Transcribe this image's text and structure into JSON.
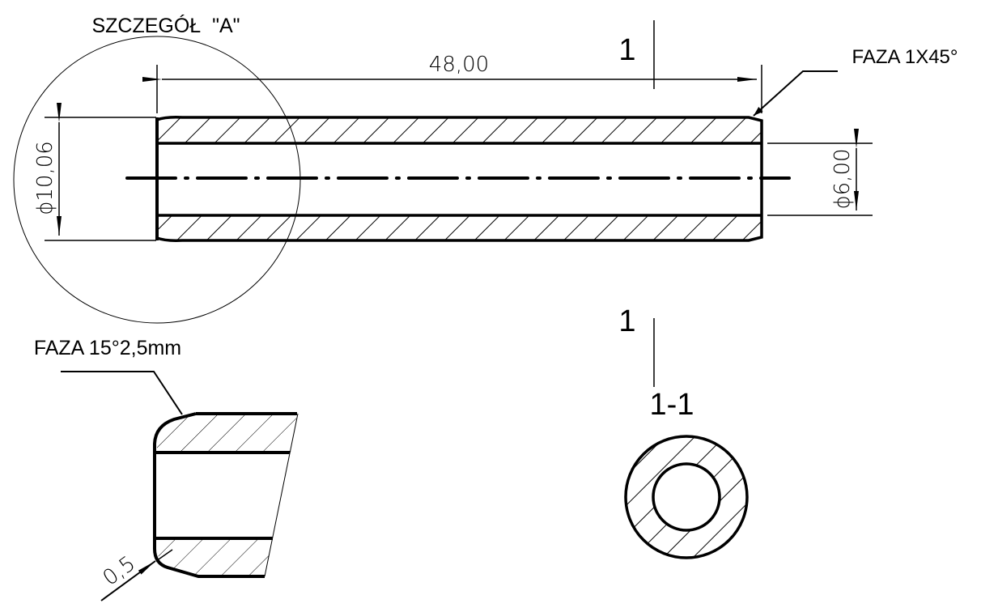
{
  "labels": {
    "detail_title": "SZCZEGÓŁ  \"A\"",
    "length_dim": "48,00",
    "outer_dia_dim": "ϕ10,06",
    "inner_dia_dim": "ϕ6,00",
    "chamfer_main": "FAZA 1X45°",
    "section_mark_top": "1",
    "section_mark_bottom": "1",
    "section_title": "1-1",
    "chamfer_detail": "FAZA 15°2,5mm",
    "radius_dim": "0,5"
  },
  "colors": {
    "line": "#000000",
    "background": "#ffffff"
  }
}
